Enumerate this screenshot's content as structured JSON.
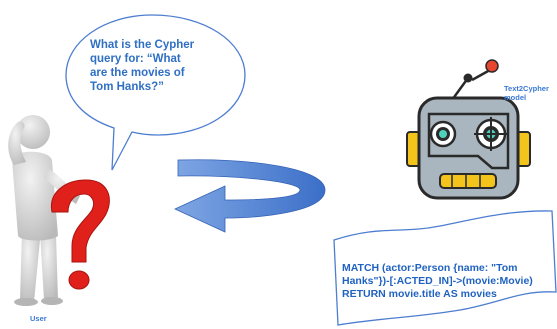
{
  "speech_bubble": {
    "line1": "What is the Cypher",
    "line2": "query for: “What",
    "line3": "are the movies of",
    "line4": "Tom Hanks?”"
  },
  "user": {
    "label": "User"
  },
  "model": {
    "label_line1": "Text2Cypher",
    "label_line2": "model"
  },
  "cypher_doc": {
    "line1": "MATCH (actor:Person {name: \"Tom",
    "line2": "Hanks\"})-[:ACTED_IN]->(movie:Movie)",
    "line3": "RETURN movie.title AS movies"
  },
  "colors": {
    "text_blue": "#2f6fc4",
    "arrow_blue": "#4d7ed0",
    "robot_body": "#a9b6bf",
    "robot_yellow": "#f3c41b",
    "question_red": "#e0211b",
    "figure_gray": "#c9c9c9"
  }
}
